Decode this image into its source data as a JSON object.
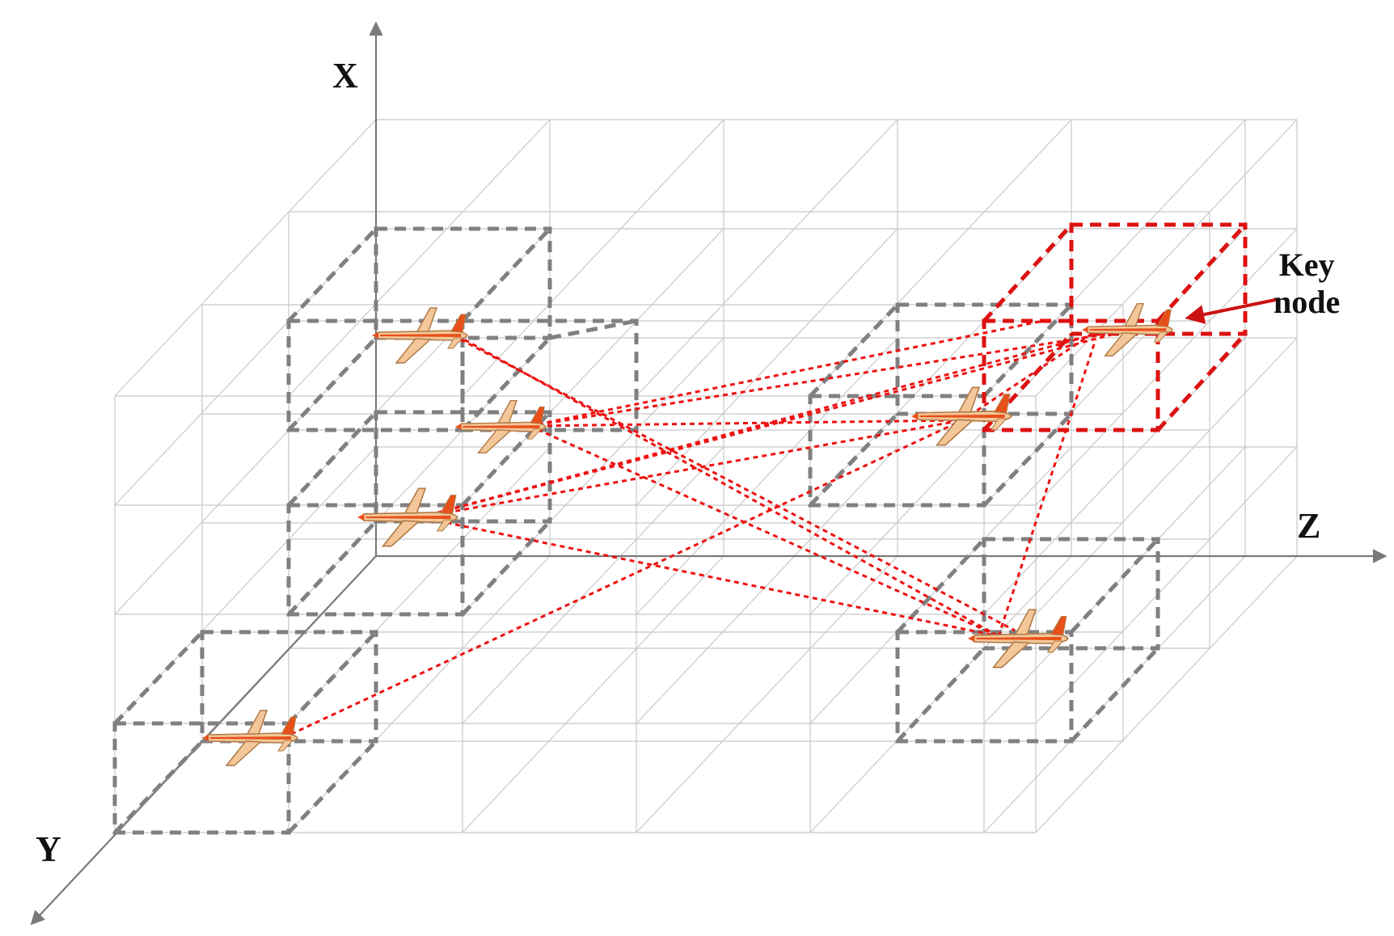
{
  "axes": {
    "x_label": "X",
    "y_label": "Y",
    "z_label": "Z"
  },
  "annotation": {
    "key_line1": "Key",
    "key_line2": "node"
  },
  "colors": {
    "grid": "#c8c8c8",
    "axis": "#7a7a7a",
    "cluster_box": "#808080",
    "key_box": "#dd1111",
    "link": "#ee1111",
    "aircraft_body": "#f3c79a",
    "aircraft_stripe": "#e8501a"
  },
  "icons": {
    "aircraft": "airplane-icon",
    "arrow": "arrow-icon"
  },
  "nodes": [
    "aircraft-1",
    "aircraft-2",
    "aircraft-3",
    "aircraft-4",
    "aircraft-5",
    "aircraft-6",
    "aircraft-key"
  ],
  "links": [
    [
      "aircraft-1",
      "aircraft-6"
    ],
    [
      "aircraft-2",
      "aircraft-5"
    ],
    [
      "aircraft-2",
      "aircraft-key"
    ],
    [
      "aircraft-3",
      "aircraft-5"
    ],
    [
      "aircraft-3",
      "aircraft-key"
    ],
    [
      "aircraft-3",
      "aircraft-6"
    ],
    [
      "aircraft-4",
      "aircraft-5"
    ],
    [
      "aircraft-4",
      "aircraft-key"
    ],
    [
      "aircraft-6",
      "aircraft-key"
    ]
  ]
}
